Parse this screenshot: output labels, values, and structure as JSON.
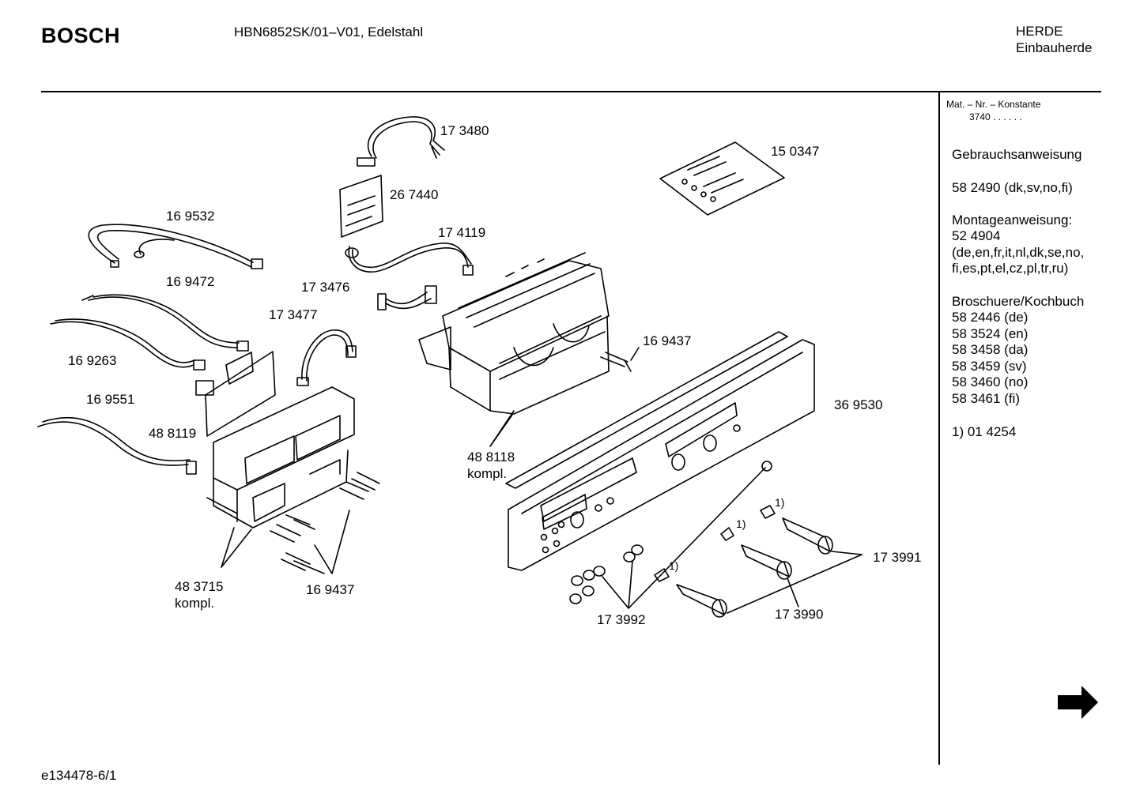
{
  "header": {
    "brand": "BOSCH",
    "model": "HBN6852SK/01–V01, Edelstahl",
    "category": "HERDE",
    "subcategory": "Einbauherde"
  },
  "footer": {
    "sheet_id": "e134478-6/1"
  },
  "sidebar": {
    "mat_nr_label": "Mat. – Nr. – Konstante",
    "mat_nr_value": "3740 .  .  .  .  .  .",
    "manual_heading": "Gebrauchsanweisung",
    "manual_number": "58 2490 (dk,sv,no,fi)",
    "install_heading": "Montageanweisung:",
    "install_number": "52 4904",
    "install_langs_1": "(de,en,fr,it,nl,dk,se,no,",
    "install_langs_2": "fi,es,pt,el,cz,pl,tr,ru)",
    "brochure_heading": "Broschuere/Kochbuch",
    "brochures": [
      "58 2446 (de)",
      "58 3524 (en)",
      "58 3458 (da)",
      "58 3459 (sv)",
      "58 3460 (no)",
      "58 3461 (fi)"
    ],
    "footnote": "1)  01 4254",
    "next_arrow": "next-page-arrow"
  },
  "parts": {
    "p173480": "17 3480",
    "p267440": "26 7440",
    "p150347": "15 0347",
    "p169532": "16 9532",
    "p174119": "17 4119",
    "p169472": "16 9472",
    "p173476": "17 3476",
    "p173477": "17 3477",
    "p169437a": "16 9437",
    "p169263": "16 9263",
    "p169551": "16 9551",
    "p488119": "48 8119",
    "p369530": "36 9530",
    "p488118": "48 8118",
    "kompl1": "kompl.",
    "p483715": "48 3715",
    "kompl2": "kompl.",
    "p169437b": "16 9437",
    "p173991": "17 3991",
    "p173992": "17 3992",
    "p173990": "17 3990",
    "fn1": "1)",
    "fn2": "1)",
    "fn3": "1)"
  }
}
